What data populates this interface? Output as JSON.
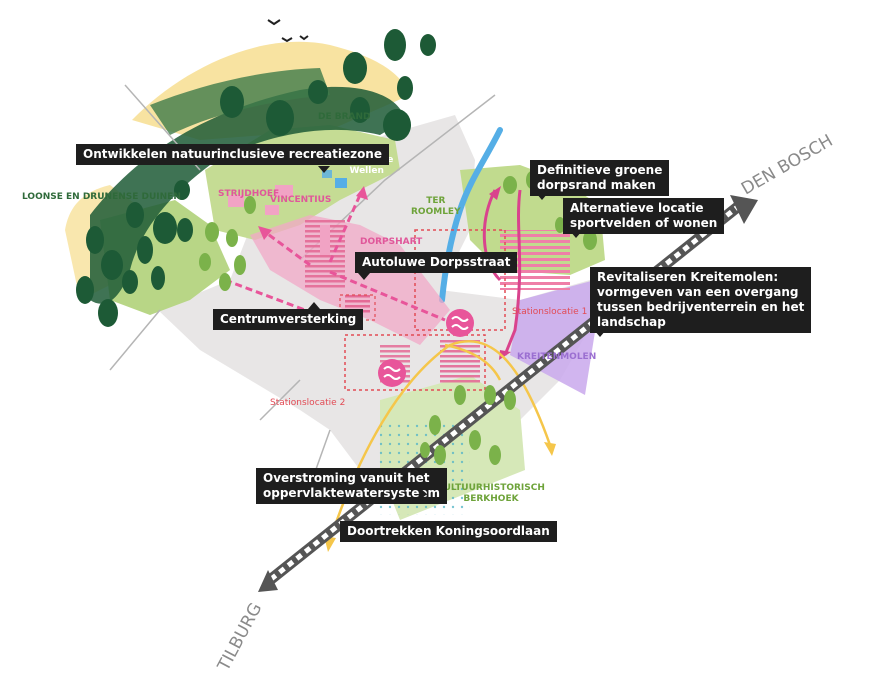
{
  "callouts": {
    "natuur": "Ontwikkelen natuurinclusieve recreatiezone",
    "groene_rand": "Definitieve groene\ndorpsrand maken",
    "sportvelden": "Alternatieve locatie\nsportvelden of wonen",
    "dorpsstraat": "Autoluwe Dorpsstraat",
    "kreitemolen": "Revitaliseren Kreitemolen:\nvormgeven van een overgang\ntussen bedrijventerrein en het\nlandschap",
    "centrum": "Centrumversterking",
    "overstroming": "Overstroming vanuit het\noppervlaktewatersysteem",
    "koningsoordlaan": "Doortrekken Koningsoordlaan"
  },
  "labels": {
    "de_brand": "DE BRAND",
    "loonse": "LOONSE EN DRUNENSE DUINEN",
    "groene_wellen": "De Groene\nWellen",
    "strijdhoef": "STRIJDHOEF",
    "vincentius": "VINCENTIUS",
    "ter_roomley": "TER\nROOMLEY",
    "dorpshart": "DORPSHART",
    "stationslocatie_1": "Stationslocatie 1",
    "stationslocatie_2": "Stationslocatie 2",
    "kreitenmolen": "KREITENMOLEN",
    "berkhoek": "CULTUURHISTORISCH\nBERKHOEK"
  },
  "cities": {
    "den_bosch": "DEN BOSCH",
    "tilburg": "TILBURG"
  },
  "colors": {
    "built_area": "#e8e6e6",
    "forest_green": "#1d5a36",
    "light_green": "#bcd88a",
    "sand": "#f6dc8a",
    "water": "#55aee6",
    "pink": "#e8559a",
    "red": "#e24b55",
    "purple": "#c9a8ec",
    "yellow_road": "#f5c64a",
    "railway": "#555555"
  },
  "icons": [
    "train-station-icon",
    "tree-icon",
    "bird-icon",
    "direction-arrow-icon"
  ]
}
